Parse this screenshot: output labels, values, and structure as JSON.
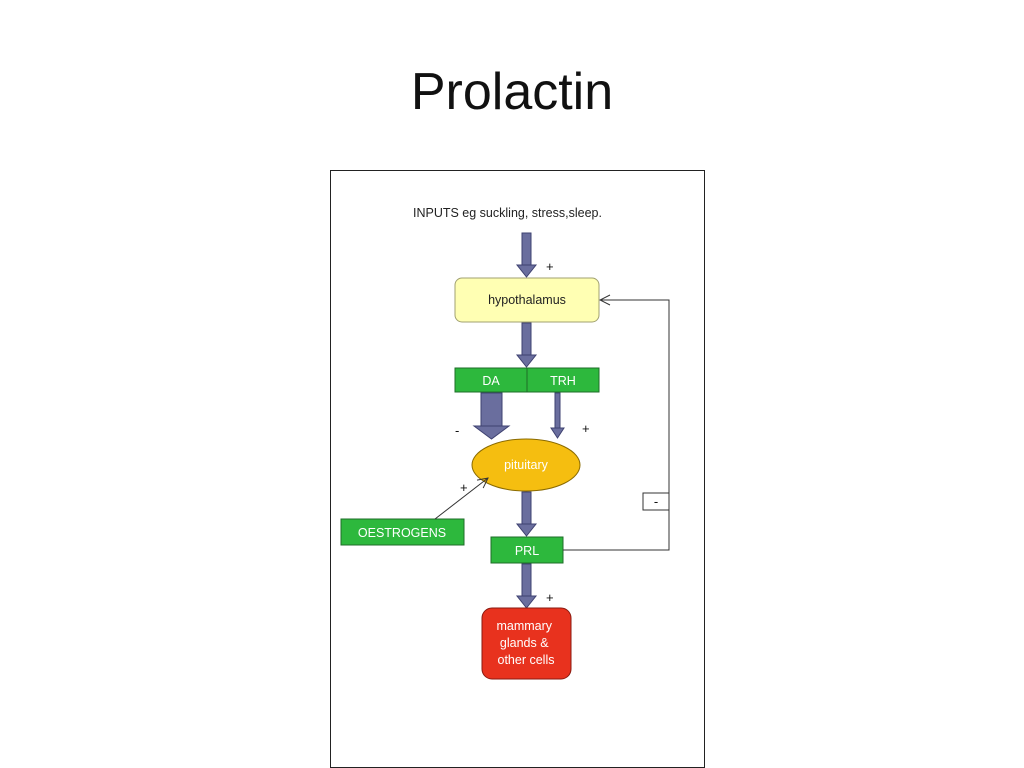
{
  "slide": {
    "title": "Prolactin"
  },
  "diagram": {
    "inputs_label": "INPUTS eg suckling, stress,sleep.",
    "hypothalamus": "hypothalamus",
    "da": "DA",
    "trh": "TRH",
    "pituitary": "pituitary",
    "oestrogens": "OESTROGENS",
    "prl": "PRL",
    "target": [
      "mammary",
      "glands &",
      "other cells"
    ],
    "signs": {
      "inputs_effect": "+",
      "da_effect": "-",
      "trh_effect": "+",
      "oestrogen_effect": "+",
      "feedback_effect": "-",
      "prl_effect": "+"
    },
    "colors": {
      "hypothalamus": "#FFFFB3",
      "hormone_box": "#2DB83D",
      "pituitary": "#F5BE10",
      "target": "#E8321E",
      "arrow": "#6A6E9E"
    }
  }
}
